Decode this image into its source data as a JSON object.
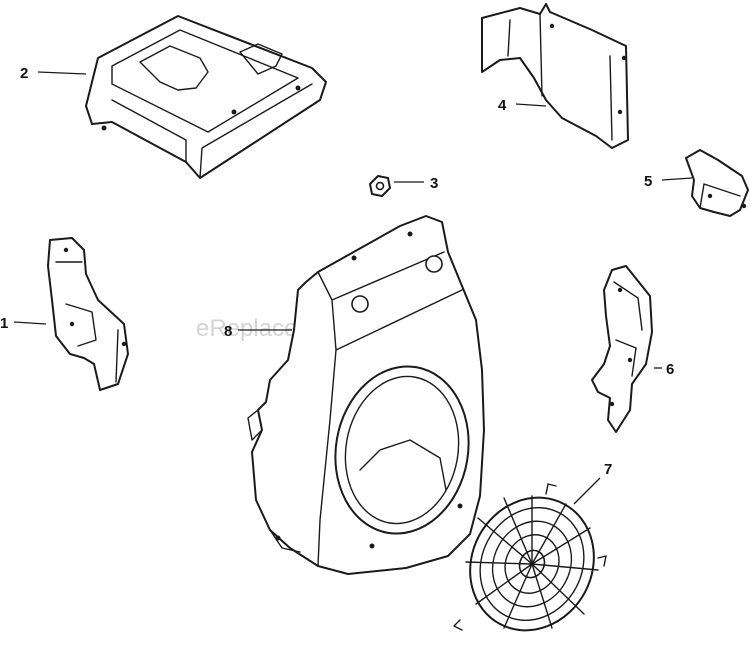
{
  "watermark": "eReplacementParts.com",
  "callouts": [
    {
      "id": "1",
      "label": "1"
    },
    {
      "id": "2",
      "label": "2"
    },
    {
      "id": "3",
      "label": "3"
    },
    {
      "id": "4",
      "label": "4"
    },
    {
      "id": "5",
      "label": "5"
    },
    {
      "id": "6",
      "label": "6"
    },
    {
      "id": "7",
      "label": "7"
    },
    {
      "id": "8",
      "label": "8"
    }
  ]
}
